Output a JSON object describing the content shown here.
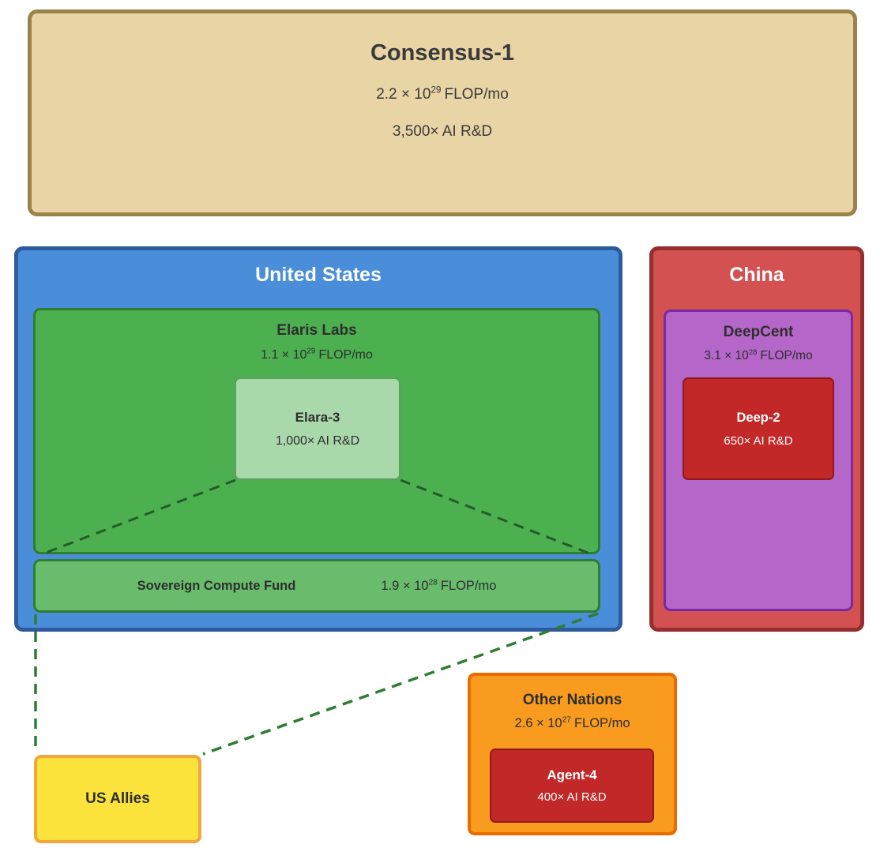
{
  "consensus": {
    "title": "Consensus-1",
    "flop_base": "2.2 × 10",
    "flop_exp": "29",
    "flop_unit": "FLOP/mo",
    "rd": "3,500× AI R&D"
  },
  "united_states": {
    "title": "United States"
  },
  "elaris_labs": {
    "title": "Elaris Labs",
    "flop_base": "1.1 × 10",
    "flop_exp": "29",
    "flop_unit": "FLOP/mo"
  },
  "elara_3": {
    "title": "Elara-3",
    "rd": "1,000× AI R&D"
  },
  "sovereign_compute_fund": {
    "title": "Sovereign Compute Fund",
    "flop_base": "1.9 × 10",
    "flop_exp": "28",
    "flop_unit": "FLOP/mo"
  },
  "china": {
    "title": "China"
  },
  "deepcent": {
    "title": "DeepCent",
    "flop_base": "3.1 × 10",
    "flop_exp": "28",
    "flop_unit": "FLOP/mo"
  },
  "deep_2": {
    "title": "Deep-2",
    "rd": "650× AI R&D"
  },
  "other_nations": {
    "title": "Other Nations",
    "flop_base": "2.6 × 10",
    "flop_exp": "27",
    "flop_unit": "FLOP/mo"
  },
  "agent_4": {
    "title": "Agent-4",
    "rd": "400× AI R&D"
  },
  "us_allies": {
    "title": "US Allies"
  },
  "colors": {
    "consensus_fill": "#e8d4a4",
    "consensus_border": "#9b8249",
    "us_fill": "#4a8eda",
    "us_border": "#2d5b9e",
    "elaris_fill": "#4caf50",
    "elaris_border": "#2d7d32",
    "elara3_fill": "#a9d8ab",
    "elara3_border": "#5ca05f",
    "scf_fill": "#68bc6c",
    "china_fill": "#d45151",
    "china_border": "#952f2f",
    "deepcent_fill": "#b566c9",
    "deepcent_border": "#7c27a5",
    "deep2_fill": "#c22828",
    "deep2_border": "#8f1a1a",
    "other_fill": "#f89b1e",
    "other_border": "#e86c00",
    "agent4_fill": "#c22828",
    "allies_fill": "#fce33c",
    "allies_border": "#f2a63e",
    "connector_green": "#2e7d32"
  }
}
